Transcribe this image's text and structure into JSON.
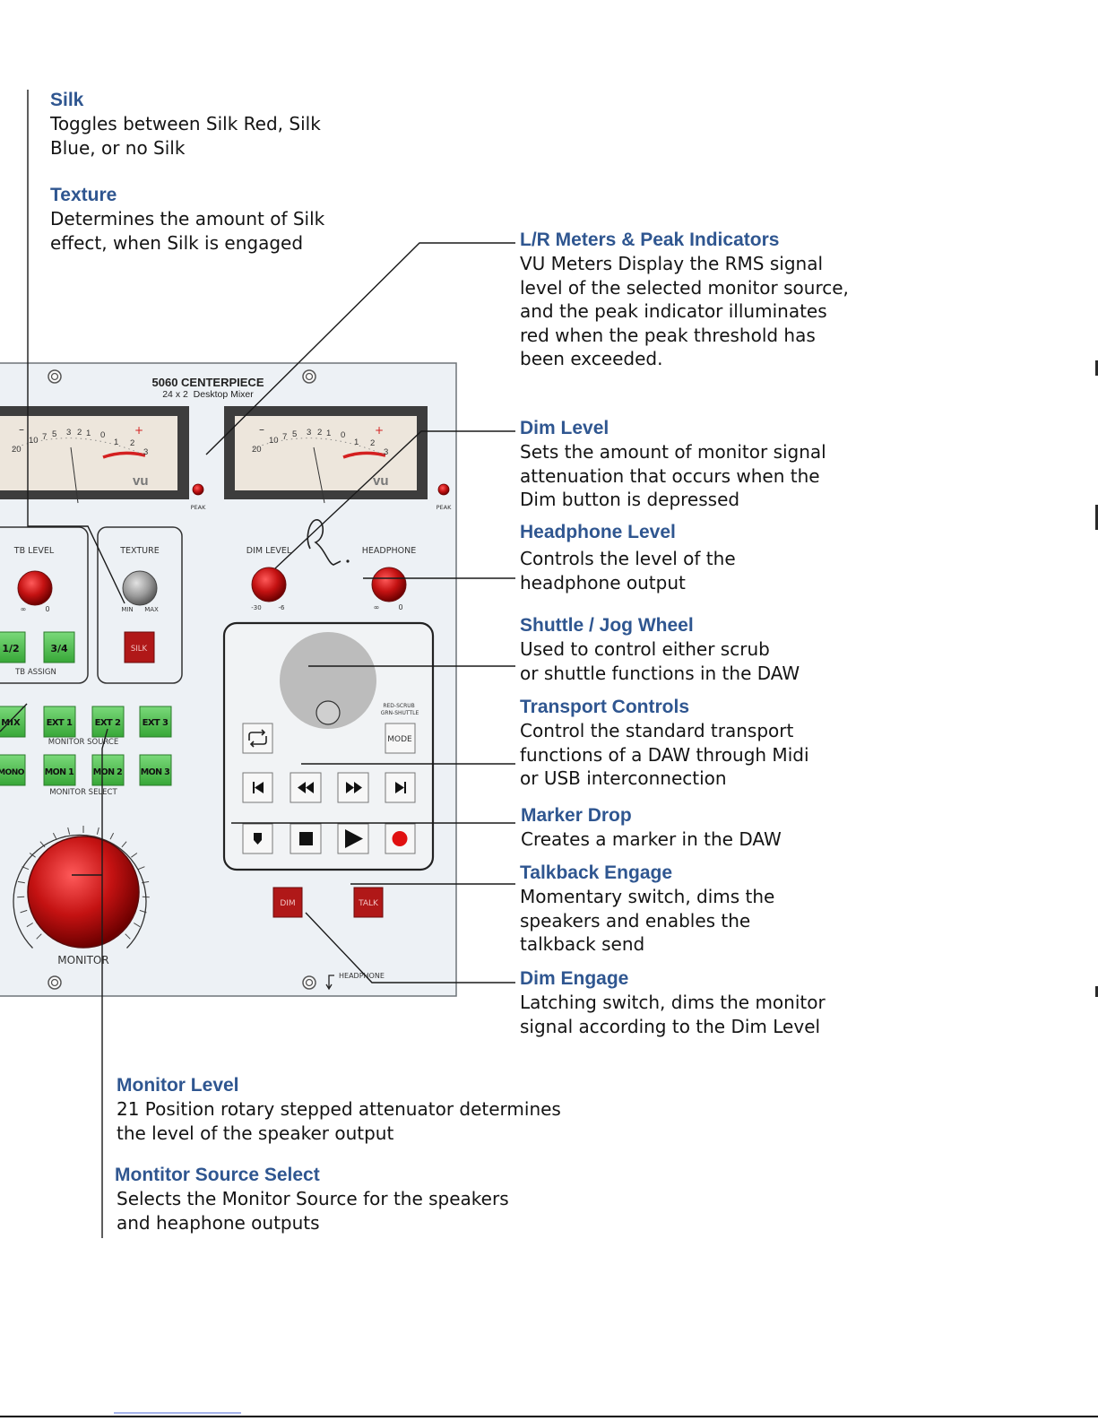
{
  "panel": {
    "title": "5060 CENTERPIECE",
    "subtitle": "24 x 2  Desktop Mixer",
    "meters": {
      "scale": [
        "20",
        "10",
        "7",
        "5",
        "3",
        "2",
        "1",
        "0",
        "1",
        "2",
        "3"
      ],
      "minus": "–",
      "plus": "+",
      "unit": "vu",
      "peak": "PEAK"
    },
    "knobs": {
      "tb_level": {
        "label": "TB LEVEL",
        "min": "∞",
        "max": "0"
      },
      "texture": {
        "label": "TEXTURE",
        "min": "MIN",
        "max": "MAX"
      },
      "dim_level": {
        "label": "DIM LEVEL",
        "min": "-30",
        "max": "-6"
      },
      "headphone": {
        "label": "HEADPHONE",
        "min": "∞",
        "max": "0"
      }
    },
    "tb_assign": {
      "buttons": [
        "1/2",
        "3/4"
      ],
      "label": "TB ASSIGN"
    },
    "silk_button": "SILK",
    "monitor_source": {
      "buttons": [
        "MIX",
        "EXT 1",
        "EXT 2",
        "EXT 3"
      ],
      "label": "MONITOR SOURCE"
    },
    "monitor_select": {
      "buttons": [
        "MONO",
        "MON 1",
        "MON 2",
        "MON 3"
      ],
      "label": "MONITOR SELECT"
    },
    "monitor_label": "MONITOR",
    "transport": {
      "mode_caption": [
        "RED-SCRUB",
        "GRN-SHUTTLE"
      ],
      "mode_button": "MODE",
      "icons": [
        "loop-icon",
        "skip-back-icon",
        "rewind-icon",
        "fast-forward-icon",
        "skip-forward-icon",
        "marker-icon",
        "stop-icon",
        "play-icon",
        "record-icon"
      ]
    },
    "dim_button": "DIM",
    "talk_button": "TALK",
    "headphone_jack": "HEADPHONE"
  },
  "callouts": [
    {
      "id": "silk",
      "title": "Silk",
      "body": "Toggles between Silk Red, Silk\nBlue, or no Silk"
    },
    {
      "id": "texture",
      "title": "Texture",
      "body": "Determines the amount of Silk\neffect, when Silk is engaged"
    },
    {
      "id": "meters",
      "title": "L/R Meters & Peak Indicators",
      "body": "VU Meters Display the RMS signal\nlevel of the selected monitor source,\nand the peak indicator illuminates\nred when the peak threshold has\nbeen exceeded."
    },
    {
      "id": "dim-level",
      "title": "Dim Level",
      "body": "Sets the amount of monitor signal\nattenuation that occurs when the\nDim button is depressed"
    },
    {
      "id": "headphone-level",
      "title": "Headphone Level",
      "body": "Controls the level of the\nheadphone output"
    },
    {
      "id": "shuttle",
      "title": "Shuttle / Jog Wheel",
      "body": "Used to control either scrub\nor shuttle functions in the DAW"
    },
    {
      "id": "transport",
      "title": "Transport Controls",
      "body": "Control the standard transport\nfunctions of a DAW through Midi\nor USB interconnection"
    },
    {
      "id": "marker",
      "title": "Marker Drop",
      "body": "Creates a marker in the DAW"
    },
    {
      "id": "talkback",
      "title": "Talkback Engage",
      "body": "Momentary switch, dims the\nspeakers and enables the\ntalkback send"
    },
    {
      "id": "dim-engage",
      "title": "Dim Engage",
      "body": "Latching switch, dims the monitor\nsignal according to the Dim Level"
    },
    {
      "id": "monitor-level",
      "title": "Monitor Level",
      "body": "21 Position rotary stepped attenuator determines\nthe level of the speaker output"
    },
    {
      "id": "monitor-source",
      "title": "Montitor Source Select",
      "body": "Selects the Monitor Source for the speakers\nand heaphone outputs"
    }
  ],
  "colors": {
    "heading": "#2f5690",
    "panel": "#edf1f5",
    "knob_red": "#c41414",
    "button_green": "#4cbb4c",
    "button_red": "#b01818",
    "meter_face": "#ede6dc",
    "meter_bezel": "#3d3d3d"
  }
}
